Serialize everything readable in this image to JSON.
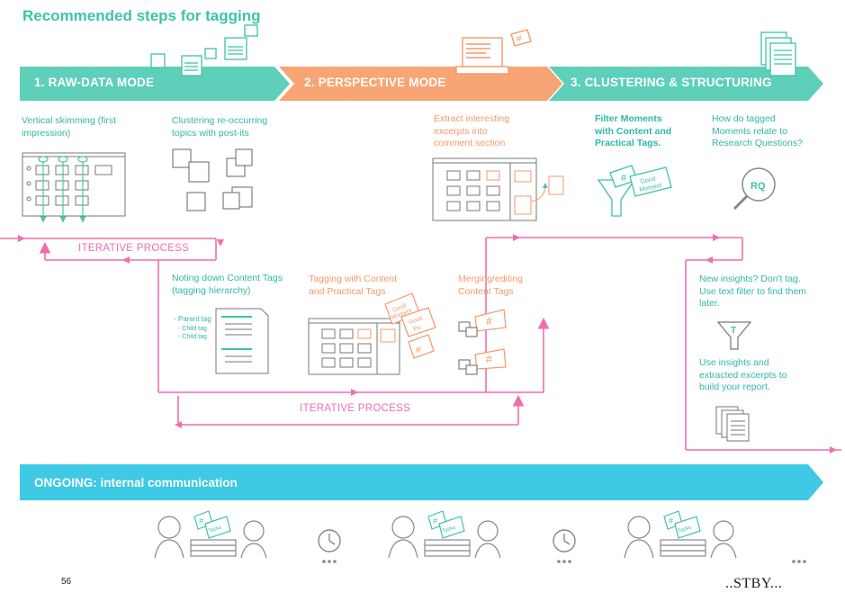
{
  "title": "Recommended steps for tagging",
  "colors": {
    "teal": "#5ecfb9",
    "teal_text": "#2fb8a8",
    "orange": "#f7a574",
    "orange_text": "#f39a6a",
    "pink": "#f06fa8",
    "cyan": "#3ec9e4"
  },
  "modes": [
    {
      "label": "1. RAW-DATA MODE"
    },
    {
      "label": "2. PERSPECTIVE MODE"
    },
    {
      "label": "3. CLUSTERING & STRUCTURING"
    }
  ],
  "steps": {
    "vertical_skimming": "Vertical skimming (first impression)",
    "clustering_postits": "Clustering re-occurring topics with post-its",
    "extract_excerpts": "Extract interesting excerpts into comment section",
    "filter_moments": "Filter Moments with Content and Practical Tags.",
    "research_questions": "How do tagged Moments relate to Research Questions?",
    "noting_content_tags": "Noting down Content Tags (tagging hierarchy)",
    "tagging_content_practical": "Tagging with Content and Practical Tags",
    "merging_editing": "Merging/editing Content Tags",
    "new_insights": "New insights? Don't tag. Use text filter to find them later.",
    "use_insights": "Use insights and extracted excerpts to build your report."
  },
  "hierarchy": {
    "parent": "- Parent tag",
    "child1": "- Child tag",
    "child2": "- Child tag"
  },
  "tags": {
    "good_moment": "Good Moment",
    "good_pic": "Good Pic",
    "rq": "RQ",
    "hash": "#",
    "filter_t": "T",
    "tasks": "Tasks"
  },
  "iterative_1": "ITERATIVE PROCESS",
  "iterative_2": "ITERATIVE PROCESS",
  "ongoing": "ONGOING: internal communication",
  "page_number": "56",
  "brand": "..STBY..."
}
